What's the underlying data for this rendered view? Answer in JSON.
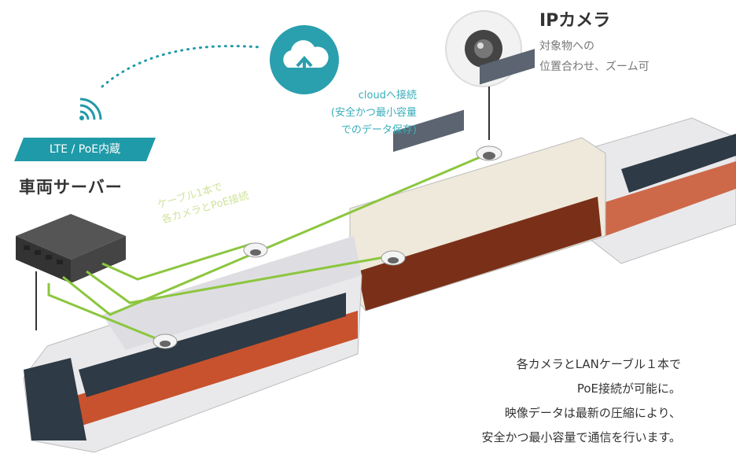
{
  "camera": {
    "title": "IPカメラ",
    "desc_line1": "対象物への",
    "desc_line2": "位置合わせ、ズーム可"
  },
  "cloud": {
    "line1": "cloudへ接続",
    "line2": "(安全かつ最小容量",
    "line3": "でのデータ保存)"
  },
  "server": {
    "badge": "LTE / PoE内蔵",
    "title": "車両サーバー"
  },
  "cable": {
    "line1": "ケーブル1本で",
    "line2": "各カメラとPoE接続"
  },
  "description": {
    "line1": "各カメラとLANケーブル１本で",
    "line2": "PoE接続が可能に。",
    "line3": "映像データは最新の圧縮により、",
    "line4": "安全かつ最小容量で通信を行います。"
  },
  "colors": {
    "accent_teal": "#1f9aa8",
    "cable_green": "#8cc63f",
    "train_stripe": "#c8522d"
  }
}
